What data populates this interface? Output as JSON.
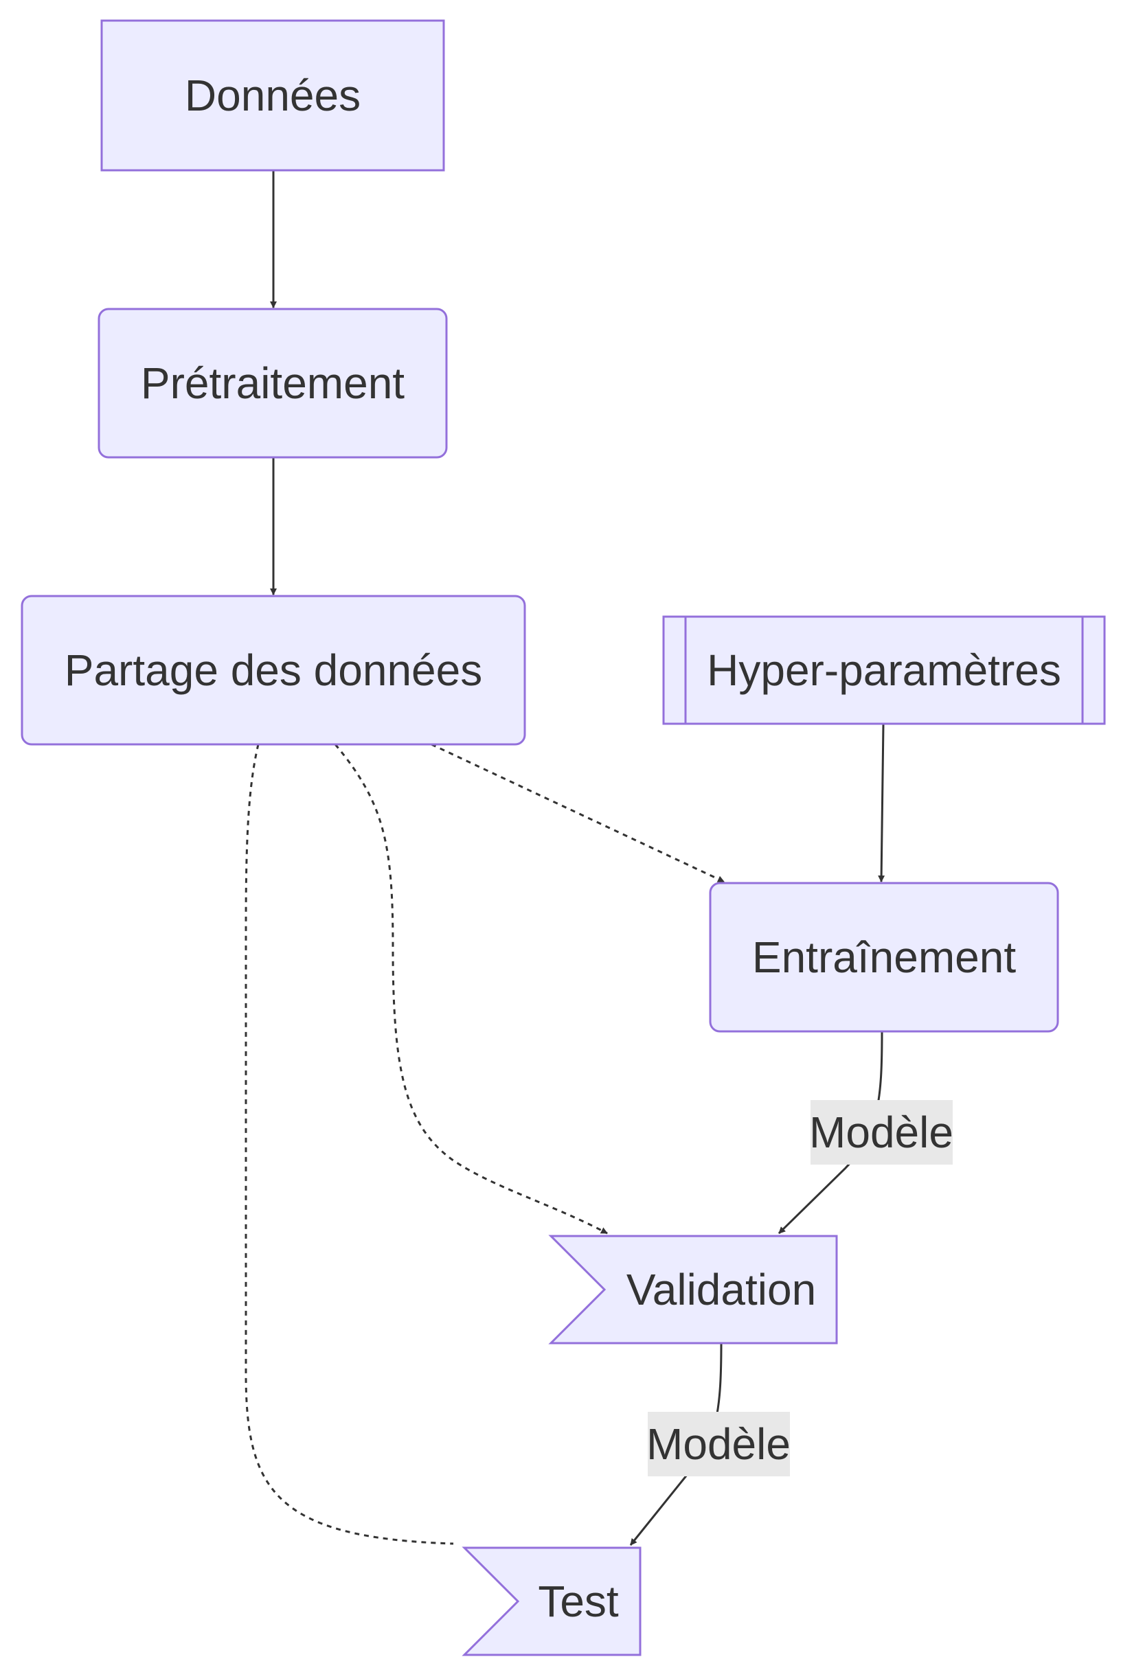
{
  "diagram": {
    "nodes": {
      "donnees": "Données",
      "pretraitement": "Prétraitement",
      "partage": "Partage des données",
      "hyperparametres": "Hyper-paramètres",
      "entrainement": "Entraînement",
      "validation": "Validation",
      "test": "Test"
    },
    "edge_labels": {
      "entrainement_to_validation": "Modèle",
      "validation_to_test": "Modèle"
    }
  },
  "colors": {
    "node_fill": "#ececff",
    "node_stroke": "#9370db",
    "edge": "#333333",
    "text": "#333333",
    "edge_label_bg": "#e8e8e8"
  }
}
